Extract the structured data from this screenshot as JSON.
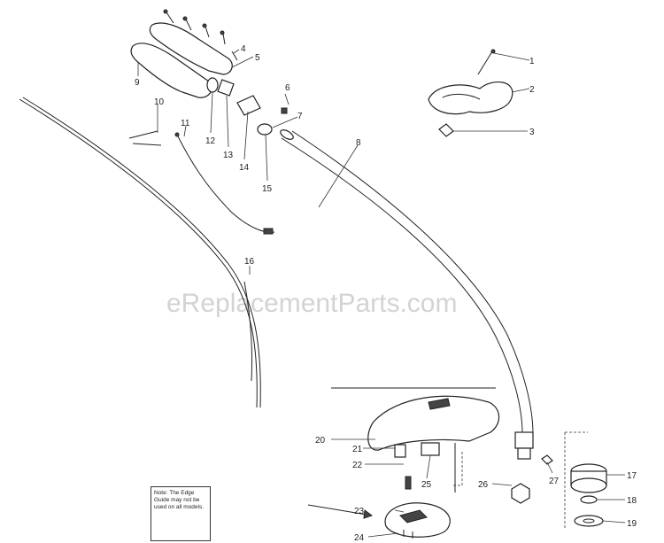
{
  "watermark": "eReplacementParts.com",
  "note": "Note: The Edge Guide may not be used on all models.",
  "callouts": [
    {
      "id": "callout-1",
      "label": "1"
    },
    {
      "id": "callout-2",
      "label": "2"
    },
    {
      "id": "callout-3",
      "label": "3"
    },
    {
      "id": "callout-4",
      "label": "4"
    },
    {
      "id": "callout-5",
      "label": "5"
    },
    {
      "id": "callout-6",
      "label": "6"
    },
    {
      "id": "callout-7",
      "label": "7"
    },
    {
      "id": "callout-8",
      "label": "8"
    },
    {
      "id": "callout-9",
      "label": "9"
    },
    {
      "id": "callout-10",
      "label": "10"
    },
    {
      "id": "callout-11",
      "label": "11"
    },
    {
      "id": "callout-12",
      "label": "12"
    },
    {
      "id": "callout-13",
      "label": "13"
    },
    {
      "id": "callout-14",
      "label": "14"
    },
    {
      "id": "callout-15",
      "label": "15"
    },
    {
      "id": "callout-16",
      "label": "16"
    },
    {
      "id": "callout-17",
      "label": "17"
    },
    {
      "id": "callout-18",
      "label": "18"
    },
    {
      "id": "callout-19",
      "label": "19"
    },
    {
      "id": "callout-20",
      "label": "20"
    },
    {
      "id": "callout-21",
      "label": "21"
    },
    {
      "id": "callout-22",
      "label": "22"
    },
    {
      "id": "callout-23",
      "label": "23"
    },
    {
      "id": "callout-24",
      "label": "24"
    },
    {
      "id": "callout-25",
      "label": "25"
    },
    {
      "id": "callout-26",
      "label": "26"
    },
    {
      "id": "callout-27",
      "label": "27"
    }
  ]
}
